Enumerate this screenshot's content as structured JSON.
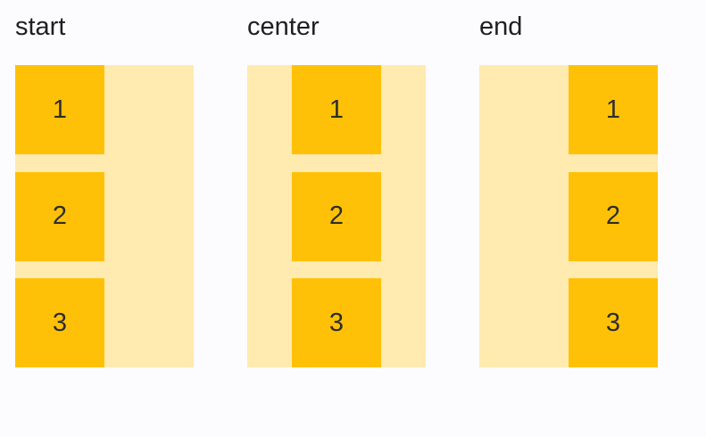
{
  "page": {
    "background_color": "#fcfcfe"
  },
  "colors": {
    "container_background": "#ffeab0",
    "item_background": "#ffc107",
    "label_text": "#1f1f1f",
    "item_text": "#2d2d2d"
  },
  "groups": [
    {
      "label": "start",
      "alignment": "start",
      "items": [
        "1",
        "2",
        "3"
      ]
    },
    {
      "label": "center",
      "alignment": "center",
      "items": [
        "1",
        "2",
        "3"
      ]
    },
    {
      "label": "end",
      "alignment": "end",
      "items": [
        "1",
        "2",
        "3"
      ]
    }
  ]
}
